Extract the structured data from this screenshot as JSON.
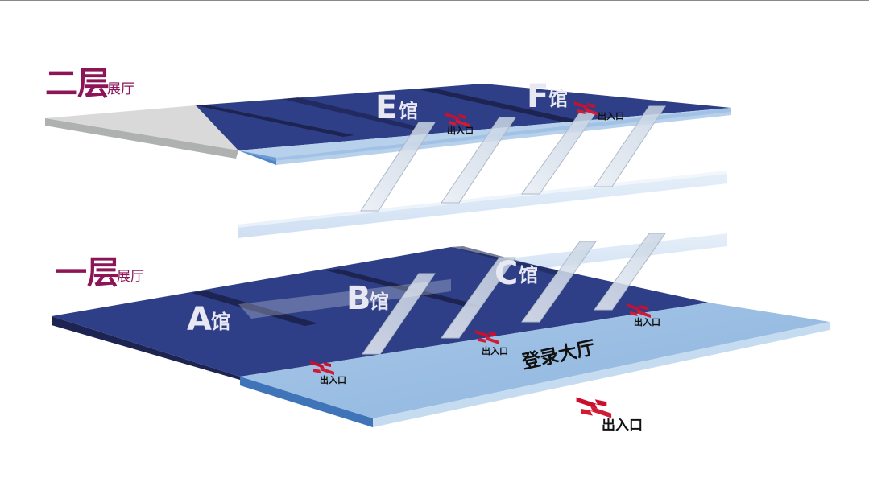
{
  "floors": {
    "second": {
      "big": "二层",
      "small": "展厅"
    },
    "first": {
      "big": "一层",
      "small": "展厅"
    }
  },
  "halls": {
    "a": {
      "letter": "A",
      "suffix": "馆"
    },
    "b": {
      "letter": "B",
      "suffix": "馆"
    },
    "c": {
      "letter": "C",
      "suffix": "馆"
    },
    "e": {
      "letter": "E",
      "suffix": "馆"
    },
    "f": {
      "letter": "F",
      "suffix": "馆"
    }
  },
  "lobby": "登录大厅",
  "exit_label": "出入口",
  "colors": {
    "floor_label": "#8c1558",
    "hall_blue": "#2e3f87",
    "hall_dark": "#1d2452",
    "lobby_blue": "#9bbfe3",
    "glass": "#d5e4f4",
    "exit_arrow": "#c8102e",
    "gray_deck": "#d8d9d8"
  },
  "icons": [
    "entrance-arrow-icon",
    "escalator-icon"
  ]
}
